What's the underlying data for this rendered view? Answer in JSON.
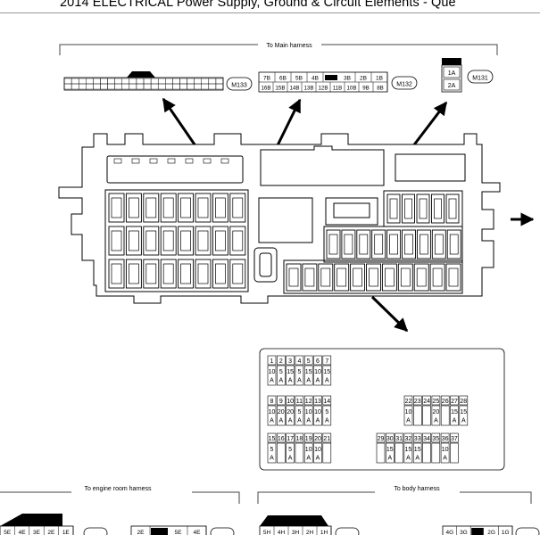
{
  "header": {
    "title": "2014 ELECTRICAL Power Supply, Ground & Circuit Elements - Que"
  },
  "labels": {
    "to_main_harness": "To Main harness",
    "to_engine_room_harness": "To engine room harness",
    "to_body_harness": "To body harness"
  },
  "connectors": {
    "m133": "M133",
    "m132": "M132",
    "m131": "M131",
    "m132_top": [
      "7B",
      "6B",
      "5B",
      "4B",
      "",
      "3B",
      "2B",
      "1B"
    ],
    "m132_bottom": [
      "16B",
      "15B",
      "14B",
      "13B",
      "12B",
      "11B",
      "10B",
      "9B",
      "8B"
    ],
    "m131_top": "1A",
    "m131_bottom": "2A",
    "bottom_left_pins": [
      "5E",
      "4E",
      "3E",
      "2E",
      "1E"
    ],
    "bottom_mid_pins": [
      "2E",
      "",
      "5E",
      "4E"
    ],
    "bottom_right1_pins": [
      "5H",
      "4H",
      "3H",
      "2H",
      "1H"
    ],
    "bottom_right2_pins": [
      "4G",
      "3G",
      "",
      "2G",
      "1G"
    ]
  },
  "fuses": {
    "row1": [
      {
        "num": "1",
        "amp": "10"
      },
      {
        "num": "2",
        "amp": "5"
      },
      {
        "num": "3",
        "amp": "15"
      },
      {
        "num": "4",
        "amp": "5"
      },
      {
        "num": "5",
        "amp": "15"
      },
      {
        "num": "6",
        "amp": "10"
      },
      {
        "num": "7",
        "amp": "15"
      }
    ],
    "row2": [
      {
        "num": "8",
        "amp": "10"
      },
      {
        "num": "9",
        "amp": "20"
      },
      {
        "num": "10",
        "amp": "20"
      },
      {
        "num": "11",
        "amp": "5"
      },
      {
        "num": "12",
        "amp": "10"
      },
      {
        "num": "13",
        "amp": "10"
      },
      {
        "num": "14",
        "amp": "5"
      }
    ],
    "row2b": [
      {
        "num": "22",
        "amp": "10"
      },
      {
        "num": "23",
        "amp": ""
      },
      {
        "num": "24",
        "amp": ""
      },
      {
        "num": "25",
        "amp": "20"
      },
      {
        "num": "26",
        "amp": ""
      },
      {
        "num": "27",
        "amp": "15"
      },
      {
        "num": "28",
        "amp": "15"
      }
    ],
    "row3": [
      {
        "num": "15",
        "amp": "5"
      },
      {
        "num": "16",
        "amp": ""
      },
      {
        "num": "17",
        "amp": "5"
      },
      {
        "num": "18",
        "amp": ""
      },
      {
        "num": "19",
        "amp": "10"
      },
      {
        "num": "20",
        "amp": "10"
      },
      {
        "num": "21",
        "amp": ""
      }
    ],
    "row3b": [
      {
        "num": "29",
        "amp": ""
      },
      {
        "num": "30",
        "amp": "15"
      },
      {
        "num": "31",
        "amp": ""
      },
      {
        "num": "32",
        "amp": "15"
      },
      {
        "num": "33",
        "amp": "15"
      },
      {
        "num": "34",
        "amp": ""
      },
      {
        "num": "35",
        "amp": ""
      },
      {
        "num": "36",
        "amp": "10"
      },
      {
        "num": "37",
        "amp": ""
      }
    ],
    "amp_unit": "A"
  }
}
